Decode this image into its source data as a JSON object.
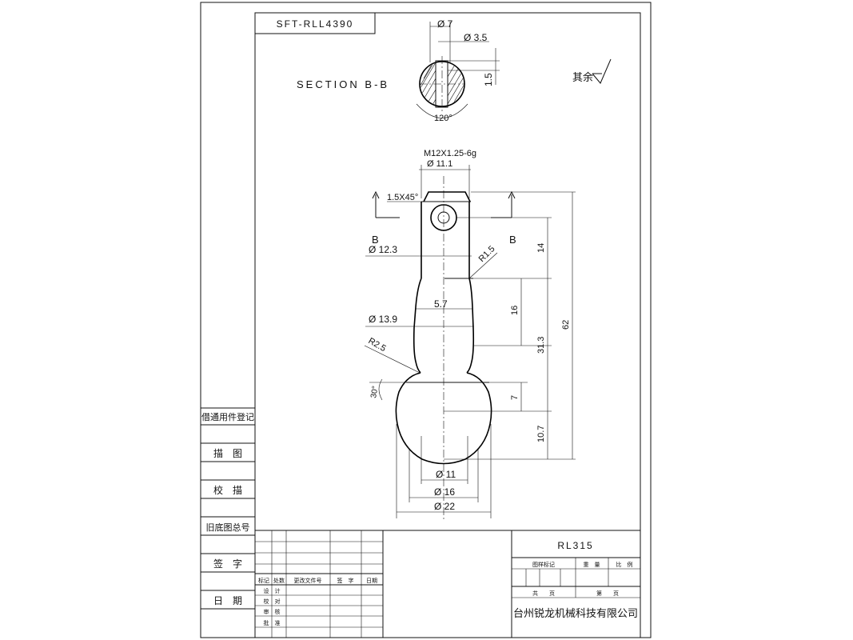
{
  "drawing": {
    "part_code": "SFT-RLL4390",
    "section_label": "SECTION B-B",
    "roughness_note": "其余",
    "section_marks": [
      "B",
      "B"
    ],
    "section_dims": {
      "dia_outer": "Ø 7",
      "dia_inner": "Ø 3.5",
      "depth": "1.5",
      "angle": "120°"
    },
    "main_dims": {
      "thread": "M12X1.25-6g",
      "dia_thread": "Ø 11.1",
      "chamfer": "1.5X45°",
      "dia_neck": "Ø 12.3",
      "fillet_top": "R1.5",
      "width_mid": "5.7",
      "dia_body": "Ø 13.9",
      "fillet_low": "R2.5",
      "ball_angle": "30°",
      "dia_ball_1": "Ø 11",
      "dia_ball_2": "Ø 16",
      "dia_ball_3": "Ø 22",
      "len_14": "14",
      "len_16": "16",
      "len_31_3": "31.3",
      "len_62": "62",
      "len_7": "7",
      "len_10_7": "10.7"
    }
  },
  "side_block": {
    "reg_label": "借通用件登记",
    "draw_label": "描　图",
    "check_label": "校　描",
    "old_no_label": "旧底图总号",
    "sign_label": "签　字",
    "date_label": "日　期"
  },
  "title_block": {
    "col_headers": [
      "标记",
      "处数",
      "更改文件号",
      "签　字",
      "日期"
    ],
    "row_labels": [
      "设　计",
      "校　对",
      "审　核",
      "批　准"
    ],
    "part_name": "RL315",
    "stage_label": "图样标记",
    "weight_label": "重　量",
    "scale_label": "比　例",
    "total_label": "共　　页",
    "sheet_label": "第　　页",
    "company": "台州锐龙机械科技有限公司"
  }
}
